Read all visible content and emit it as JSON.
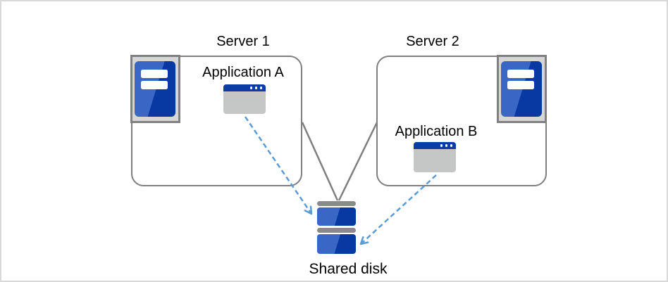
{
  "servers": [
    {
      "label": "Server 1",
      "application": "Application A"
    },
    {
      "label": "Server 2",
      "application": "Application B"
    }
  ],
  "shared_disk_label": "Shared disk",
  "icons": {
    "server": "server-tower-icon",
    "application": "app-window-icon",
    "shared_disk": "disk-stack-icon"
  },
  "colors": {
    "canvas_border": "#d9d9d9",
    "box_border": "#7f7f7f",
    "connector": "#7f7f7f",
    "arrow": "#5b9bd5",
    "icon_blue_light": "#3a67c6",
    "icon_blue_dark": "#0839a2",
    "window_titlebar": "#0b3da5",
    "window_body": "#c5c7c7",
    "icon_frame_fill": "#d6d6d6",
    "icon_frame_border": "#808080",
    "disk_gray": "#8a8a8a",
    "text": "#000000"
  }
}
